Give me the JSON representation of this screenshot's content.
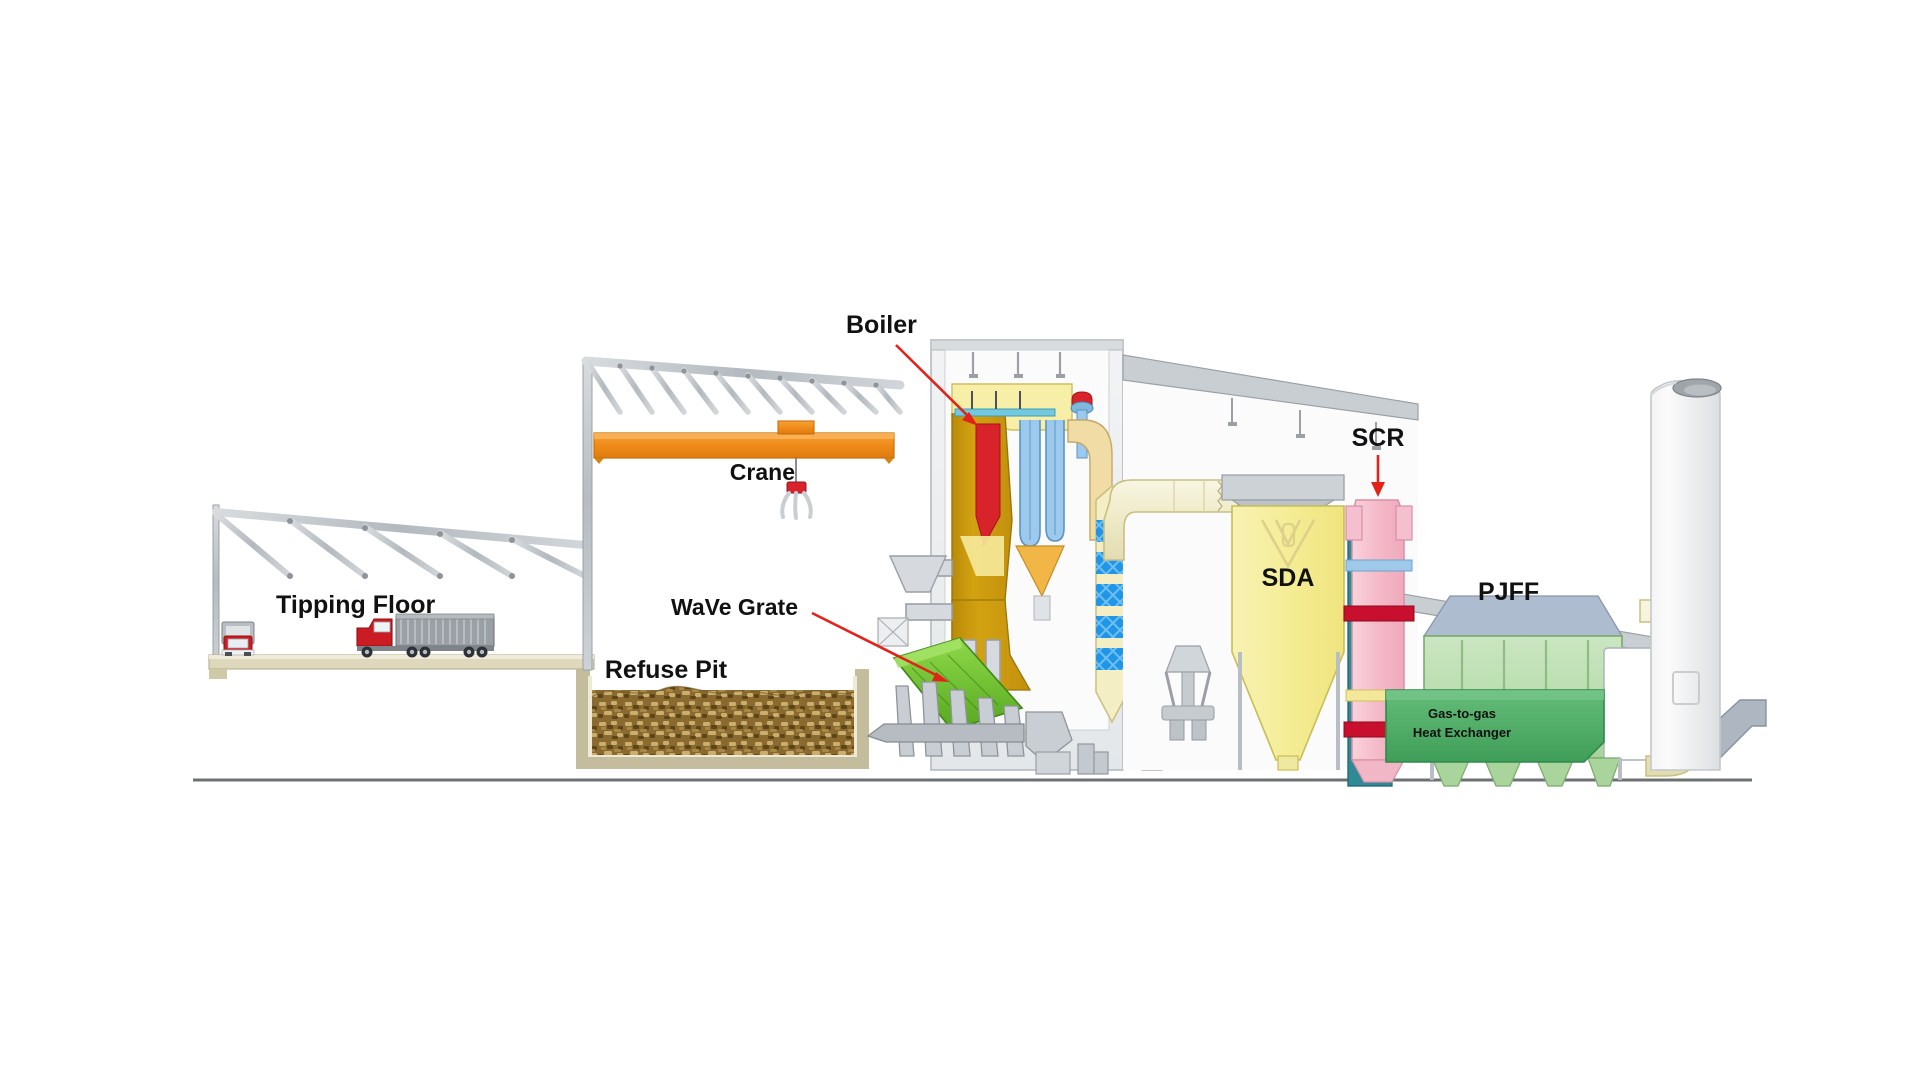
{
  "diagram": {
    "title": "Waste-to-Energy Plant Cross-Section",
    "background_color": "#ffffff",
    "labels": {
      "tipping_floor": "Tipping Floor",
      "refuse_pit": "Refuse Pit",
      "crane": "Crane",
      "boiler": "Boiler",
      "wave_grate": "WaVe Grate",
      "sda": "SDA",
      "scr": "SCR",
      "pjff": "PJFF",
      "heat_exchanger_line1": "Gas-to-gas",
      "heat_exchanger_line2": "Heat Exchanger"
    },
    "colors": {
      "leader_red": "#e2231a",
      "crane_orange": "#f08a1c",
      "steel_gray": "#b9bec4",
      "building_gray": "#e9ebed",
      "furnace_gold": "#c8960c",
      "furnace_yellow": "#f5e06a",
      "flame_red": "#d8232a",
      "superheater_blue": "#8fc0e8",
      "economizer_blue": "#2196e8",
      "duct_cream": "#f2eecd",
      "sda_yellow": "#f7f0a8",
      "scr_pink": "#f6bfcb",
      "scr_teal": "#2f8a96",
      "pjff_green": "#b8dcae",
      "ghx_green": "#4faf68",
      "grate_green": "#73c832",
      "pit_floor": "#e8e4cc",
      "refuse_brown": "#8a6a2f",
      "truck_red": "#cc1c23",
      "trailer_gray": "#9aa0a6",
      "stack_gray": "#ededed",
      "ground_line": "#6c7176"
    },
    "components": [
      {
        "id": "tipping-floor",
        "label": "Tipping Floor",
        "type": "area"
      },
      {
        "id": "refuse-pit",
        "label": "Refuse Pit",
        "type": "area"
      },
      {
        "id": "crane",
        "label": "Crane",
        "type": "equipment"
      },
      {
        "id": "boiler",
        "label": "Boiler",
        "type": "equipment"
      },
      {
        "id": "wave-grate",
        "label": "WaVe Grate",
        "type": "equipment"
      },
      {
        "id": "sda",
        "label": "SDA",
        "type": "vessel"
      },
      {
        "id": "scr",
        "label": "SCR",
        "type": "vessel"
      },
      {
        "id": "pjff",
        "label": "PJFF",
        "type": "vessel"
      },
      {
        "id": "gas-to-gas-heat-exchanger",
        "label": "Gas-to-gas Heat Exchanger",
        "type": "vessel"
      },
      {
        "id": "stack",
        "label": "",
        "type": "stack"
      }
    ],
    "trucks": [
      {
        "id": "truck-front-view",
        "body_color": "#cc1c23"
      },
      {
        "id": "truck-with-trailer",
        "body_color": "#cc1c23",
        "trailer_color": "#9aa0a6"
      }
    ]
  }
}
